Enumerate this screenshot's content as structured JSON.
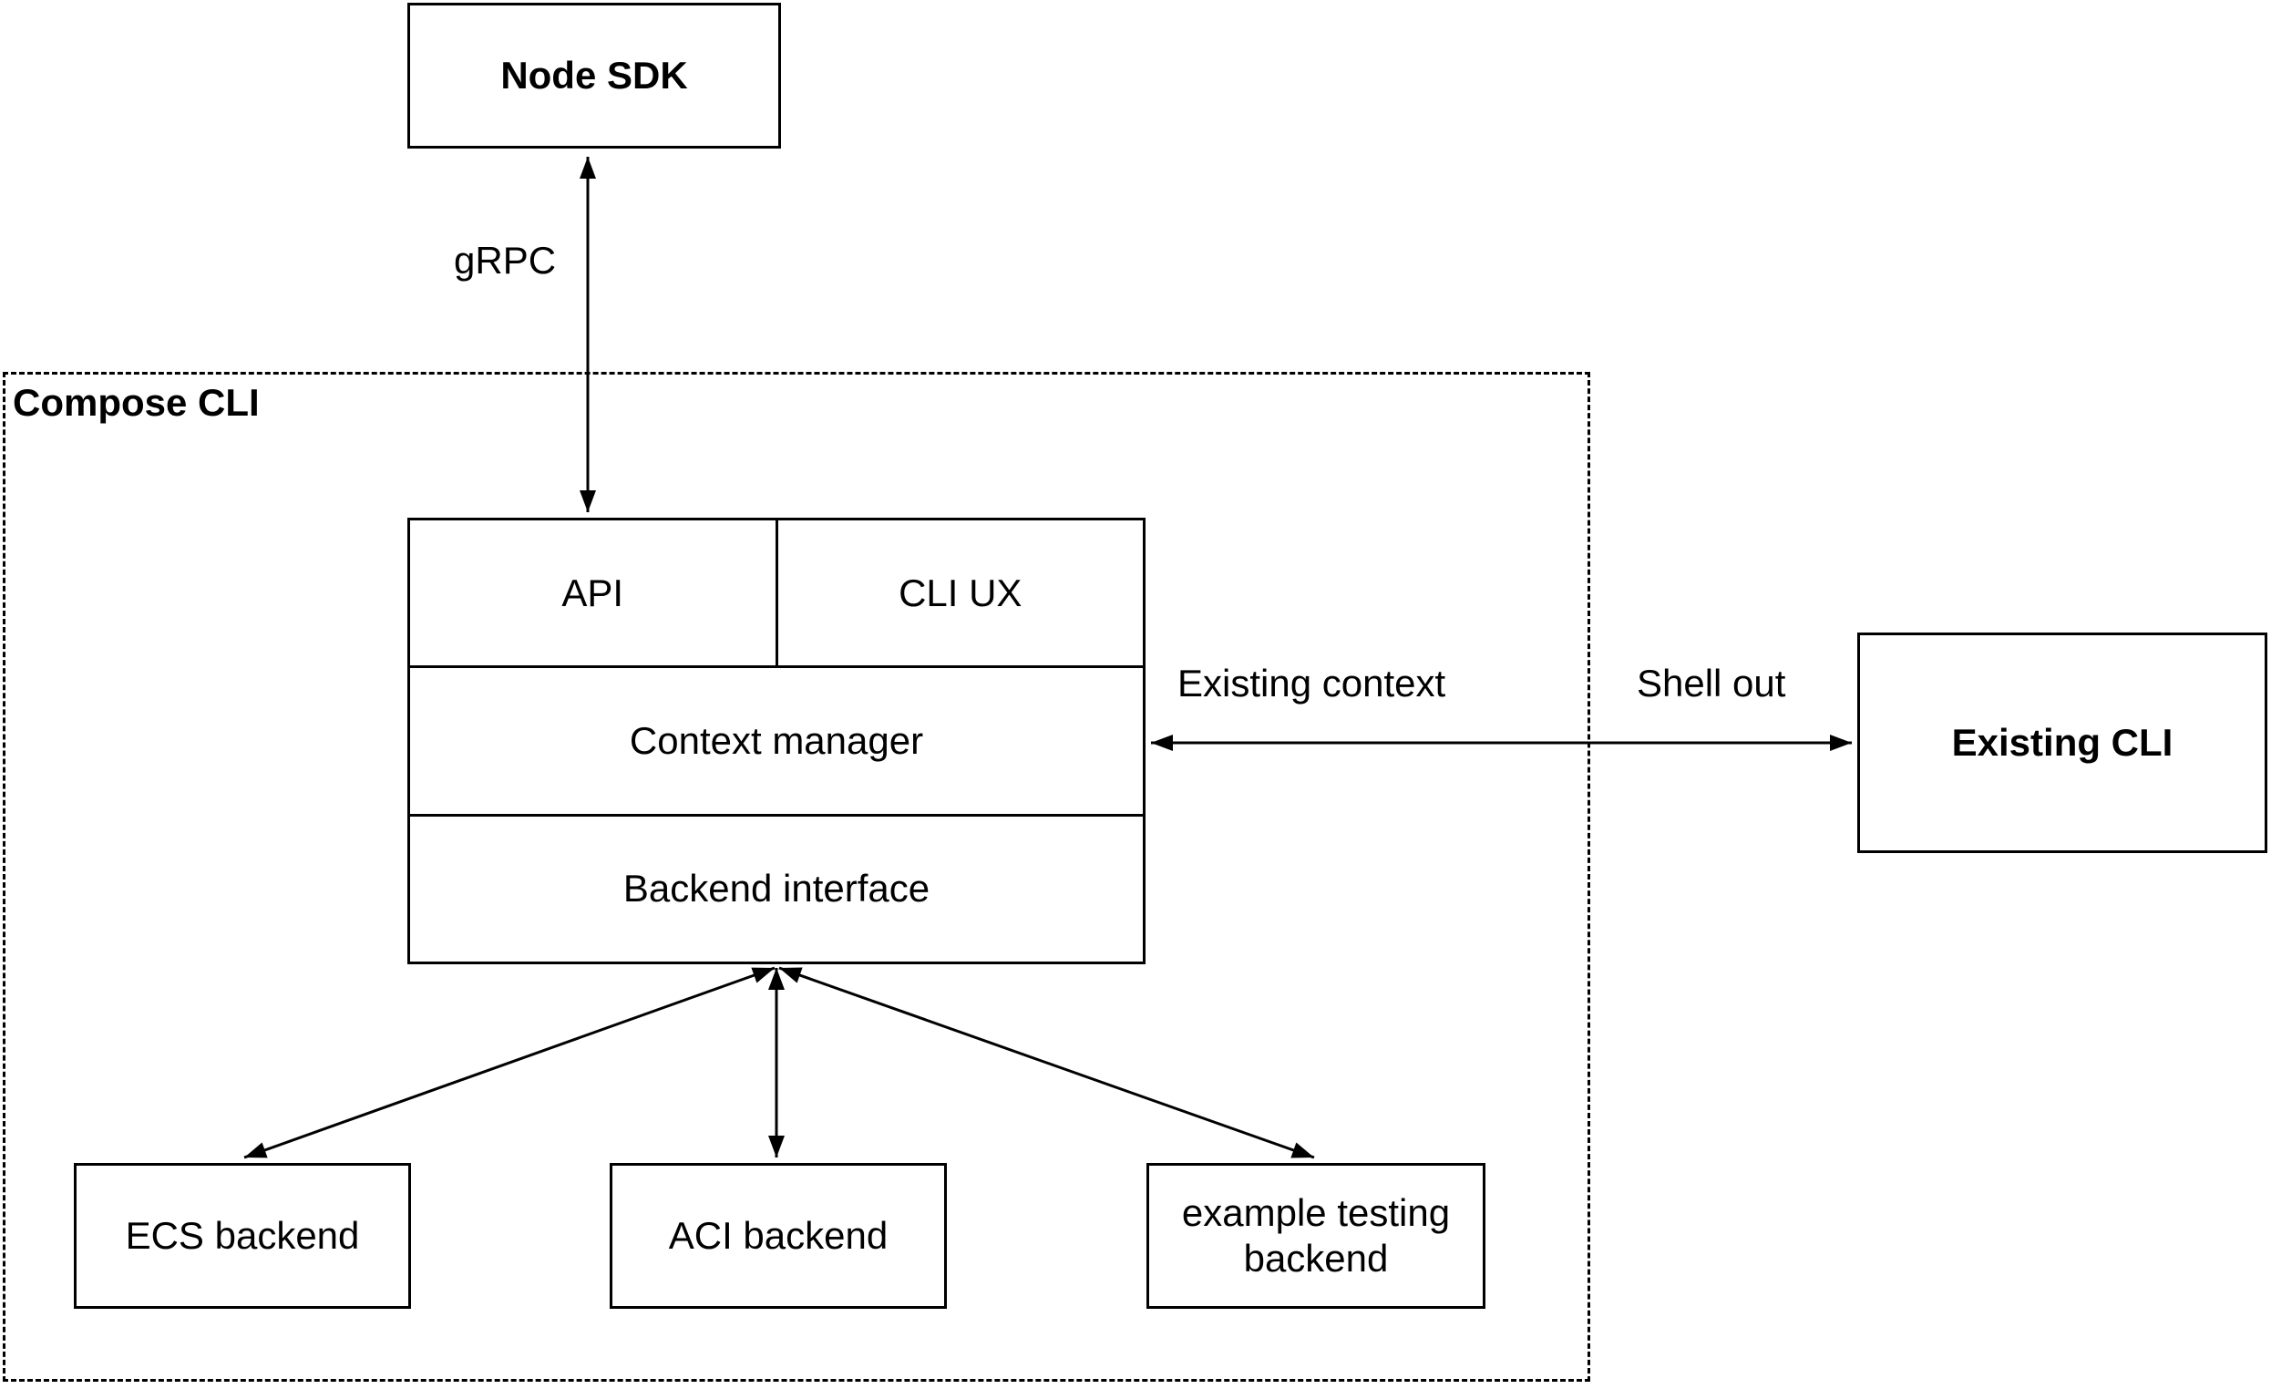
{
  "nodes": {
    "node_sdk": {
      "label": "Node SDK"
    },
    "compose_cli": {
      "label": "Compose CLI"
    },
    "api": {
      "label": "API"
    },
    "cli_ux": {
      "label": "CLI UX"
    },
    "context_manager": {
      "label": "Context manager"
    },
    "backend_interface": {
      "label": "Backend interface"
    },
    "existing_cli": {
      "label": "Existing CLI"
    },
    "ecs_backend": {
      "label": "ECS backend"
    },
    "aci_backend": {
      "label": "ACI backend"
    },
    "example_testing_backend": {
      "label": "example testing backend"
    }
  },
  "edges": {
    "grpc": {
      "label": "gRPC"
    },
    "existing_context": {
      "label": "Existing context"
    },
    "shell_out": {
      "label": "Shell out"
    }
  },
  "colors": {
    "stroke": "#000000",
    "box_fill": "#ffffff",
    "background": "#ffffff"
  }
}
